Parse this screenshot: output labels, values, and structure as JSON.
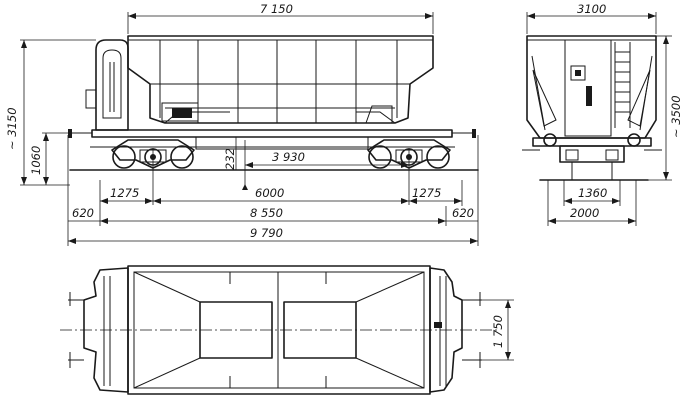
{
  "dimensions": {
    "overall_body_length": "7 150",
    "buffer_height": "1060",
    "overall_height_side": "~ 3150",
    "center_to_inner": "3 930",
    "tank_clearance": "232",
    "bogie_offset_left": "1275",
    "bogie_base": "6000",
    "bogie_offset_right": "1275",
    "overhang_left": "620",
    "length_over_frame": "8 550",
    "overhang_right": "620",
    "length_over_couplers": "9 790",
    "end_width": "3100",
    "end_height": "~ 3500",
    "bogie_width": "1360",
    "track_width": "2000",
    "hatch_width": "1 750"
  }
}
